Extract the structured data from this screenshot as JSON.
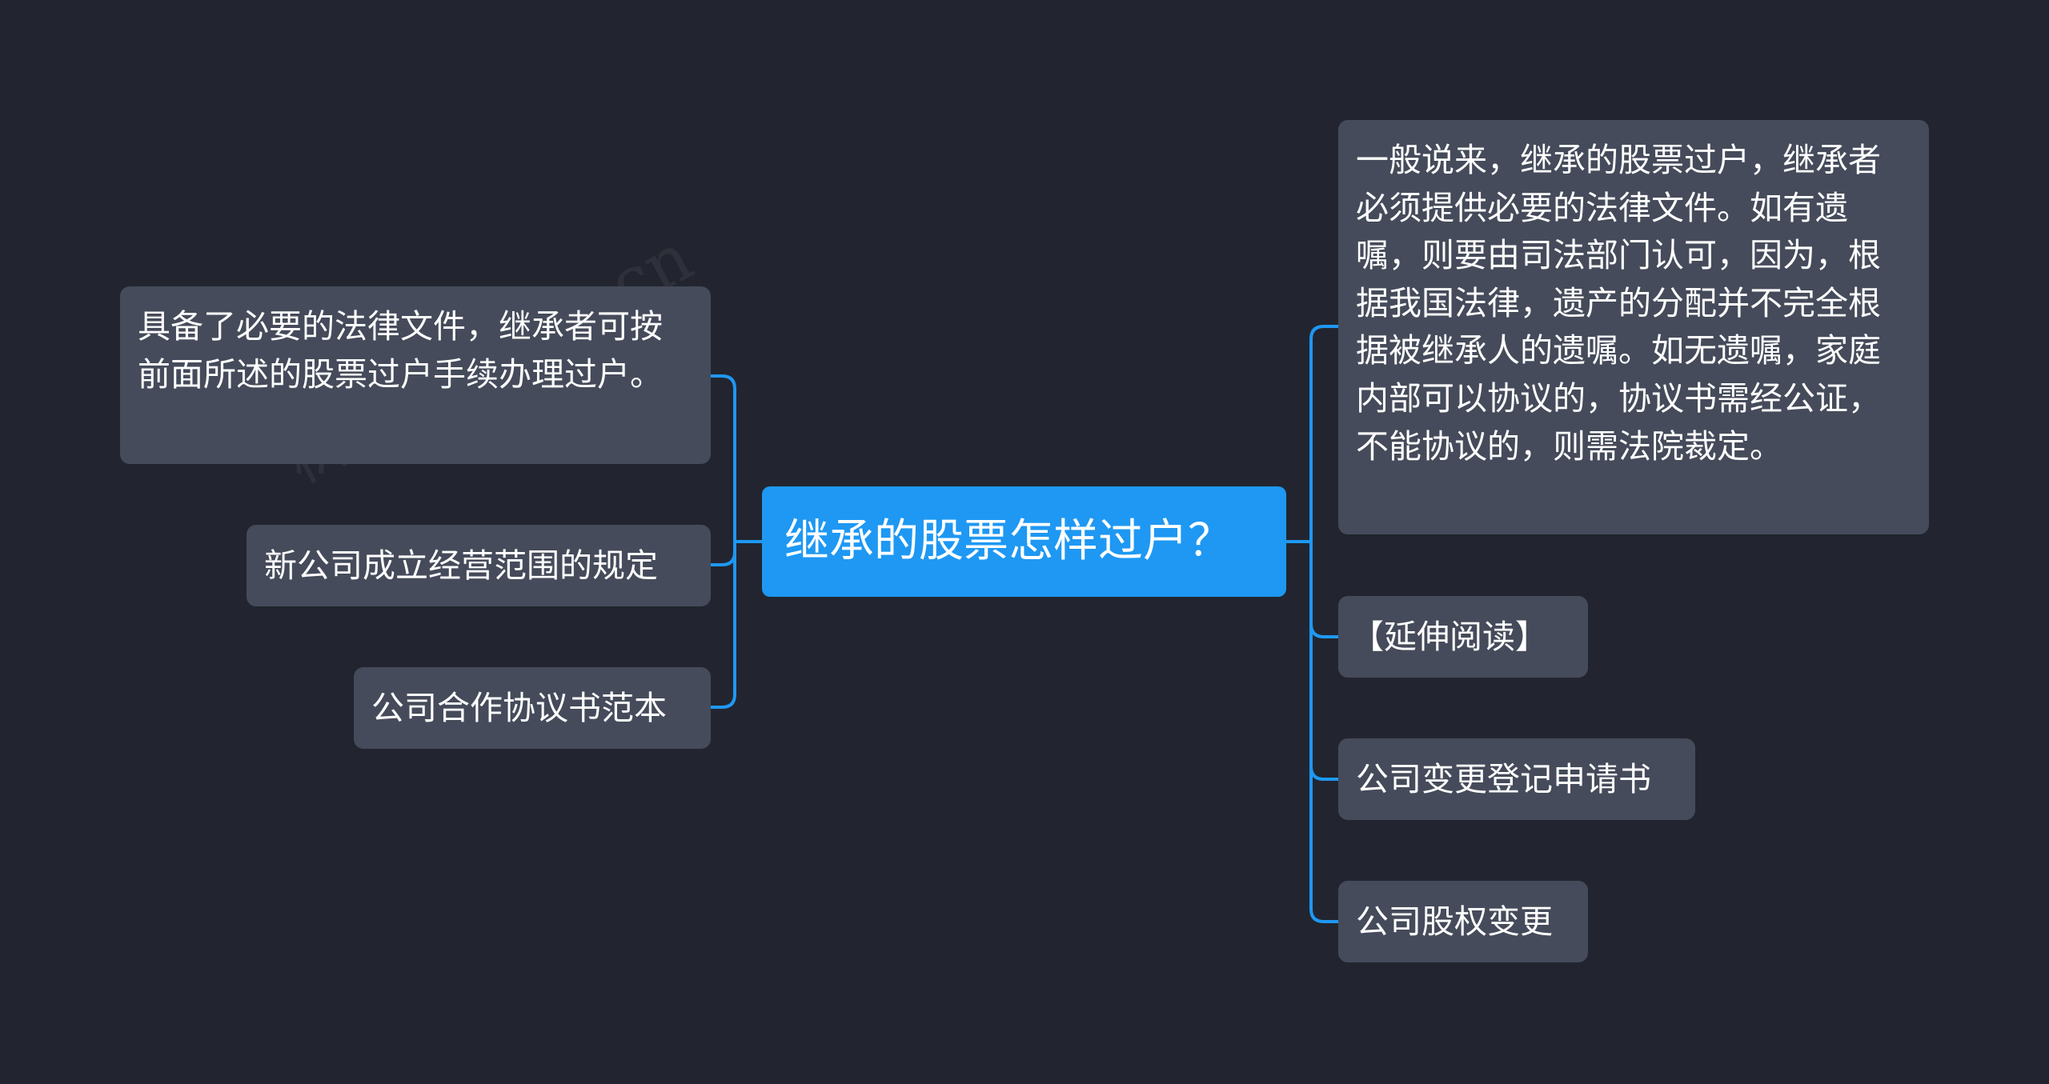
{
  "root": {
    "label": "继承的股票怎样过户？"
  },
  "left_nodes": [
    {
      "label": "具备了必要的法律文件，继承者可按前面所述的股票过户手续办理过户。"
    },
    {
      "label": "新公司成立经营范围的规定"
    },
    {
      "label": "公司合作协议书范本"
    }
  ],
  "right_nodes": [
    {
      "label": "一般说来，继承的股票过户，继承者必须提供必要的法律文件。如有遗嘱，则要由司法部门认可，因为，根据我国法律，遗产的分配并不完全根据被继承人的遗嘱。如无遗嘱，家庭内部可以协议的，协议书需经公证，不能协议的，则需法院裁定。"
    },
    {
      "label": "【延伸阅读】"
    },
    {
      "label": "公司变更登记申请书"
    },
    {
      "label": "公司股权变更"
    }
  ],
  "watermark": {
    "text": "树图 shutu.cn"
  },
  "colors": {
    "background": "#22252f",
    "root_fill": "#1e98f3",
    "node_fill": "#454b5a",
    "connector": "#1e98f3",
    "text": "#ffffff"
  }
}
